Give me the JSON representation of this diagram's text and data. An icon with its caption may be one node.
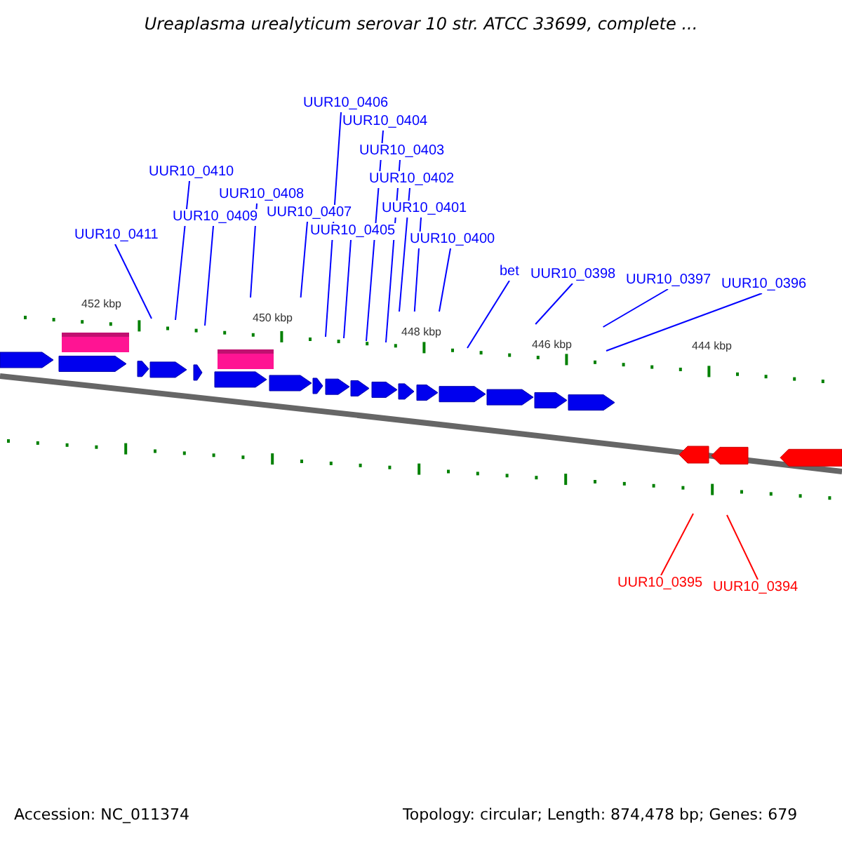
{
  "diagram": {
    "title": "Ureaplasma urealyticum serovar 10 str. ATCC 33699, complete ...",
    "nodes": [
      {
        "text": [
          "UUR10_0411"
        ]
      },
      {
        "text": [
          "UUR10_0410"
        ]
      },
      {
        "text": [
          "UUR10_0409"
        ]
      },
      {
        "text": [
          "UUR10_0408"
        ]
      },
      {
        "text": [
          "UUR10_0407"
        ]
      },
      {
        "text": [
          "UUR10_0406"
        ]
      },
      {
        "text": [
          "UUR10_0405"
        ]
      },
      {
        "text": [
          "UUR10_0404"
        ]
      },
      {
        "text": [
          "UUR10_0403"
        ]
      },
      {
        "text": [
          "UUR10_0402"
        ]
      },
      {
        "text": [
          "UUR10_0401"
        ]
      },
      {
        "text": [
          "UUR10_0400"
        ]
      },
      {
        "text": [
          "bet"
        ]
      },
      {
        "text": [
          "UUR10_0398"
        ]
      },
      {
        "text": [
          "UUR10_0397"
        ]
      },
      {
        "text": [
          "UUR10_0396"
        ]
      },
      {
        "text": [
          "UUR10_0395"
        ]
      },
      {
        "text": [
          "UUR10_0394"
        ]
      }
    ],
    "edges": [
      {
        "from": 0,
        "to": null,
        "arrow": "none"
      },
      {
        "from": 1,
        "to": null,
        "arrow": "none"
      },
      {
        "from": 2,
        "to": null,
        "arrow": "none"
      },
      {
        "from": 3,
        "to": null,
        "arrow": "none"
      },
      {
        "from": 4,
        "to": null,
        "arrow": "none"
      },
      {
        "from": 5,
        "to": null,
        "arrow": "none"
      },
      {
        "from": 6,
        "to": null,
        "arrow": "none"
      },
      {
        "from": 7,
        "to": null,
        "arrow": "none"
      },
      {
        "from": 8,
        "to": null,
        "arrow": "none"
      },
      {
        "from": 9,
        "to": null,
        "arrow": "none"
      },
      {
        "from": 10,
        "to": null,
        "arrow": "none"
      },
      {
        "from": 11,
        "to": null,
        "arrow": "none"
      },
      {
        "from": 12,
        "to": null,
        "arrow": "none"
      },
      {
        "from": 13,
        "to": null,
        "arrow": "none"
      },
      {
        "from": 14,
        "to": null,
        "arrow": "none"
      },
      {
        "from": 15,
        "to": null,
        "arrow": "none"
      },
      {
        "from": 16,
        "to": null,
        "arrow": "none",
        "color": "#ff0000"
      },
      {
        "from": 17,
        "to": null,
        "arrow": "none",
        "color": "#ff0000"
      }
    ],
    "labels": [
      "452 kbp",
      "450 kbp",
      "448 kbp",
      "446 kbp",
      "444 kbp",
      "Accession: NC_011374",
      "Topology: circular; Length: 874,478 bp; Genes: 679"
    ]
  }
}
